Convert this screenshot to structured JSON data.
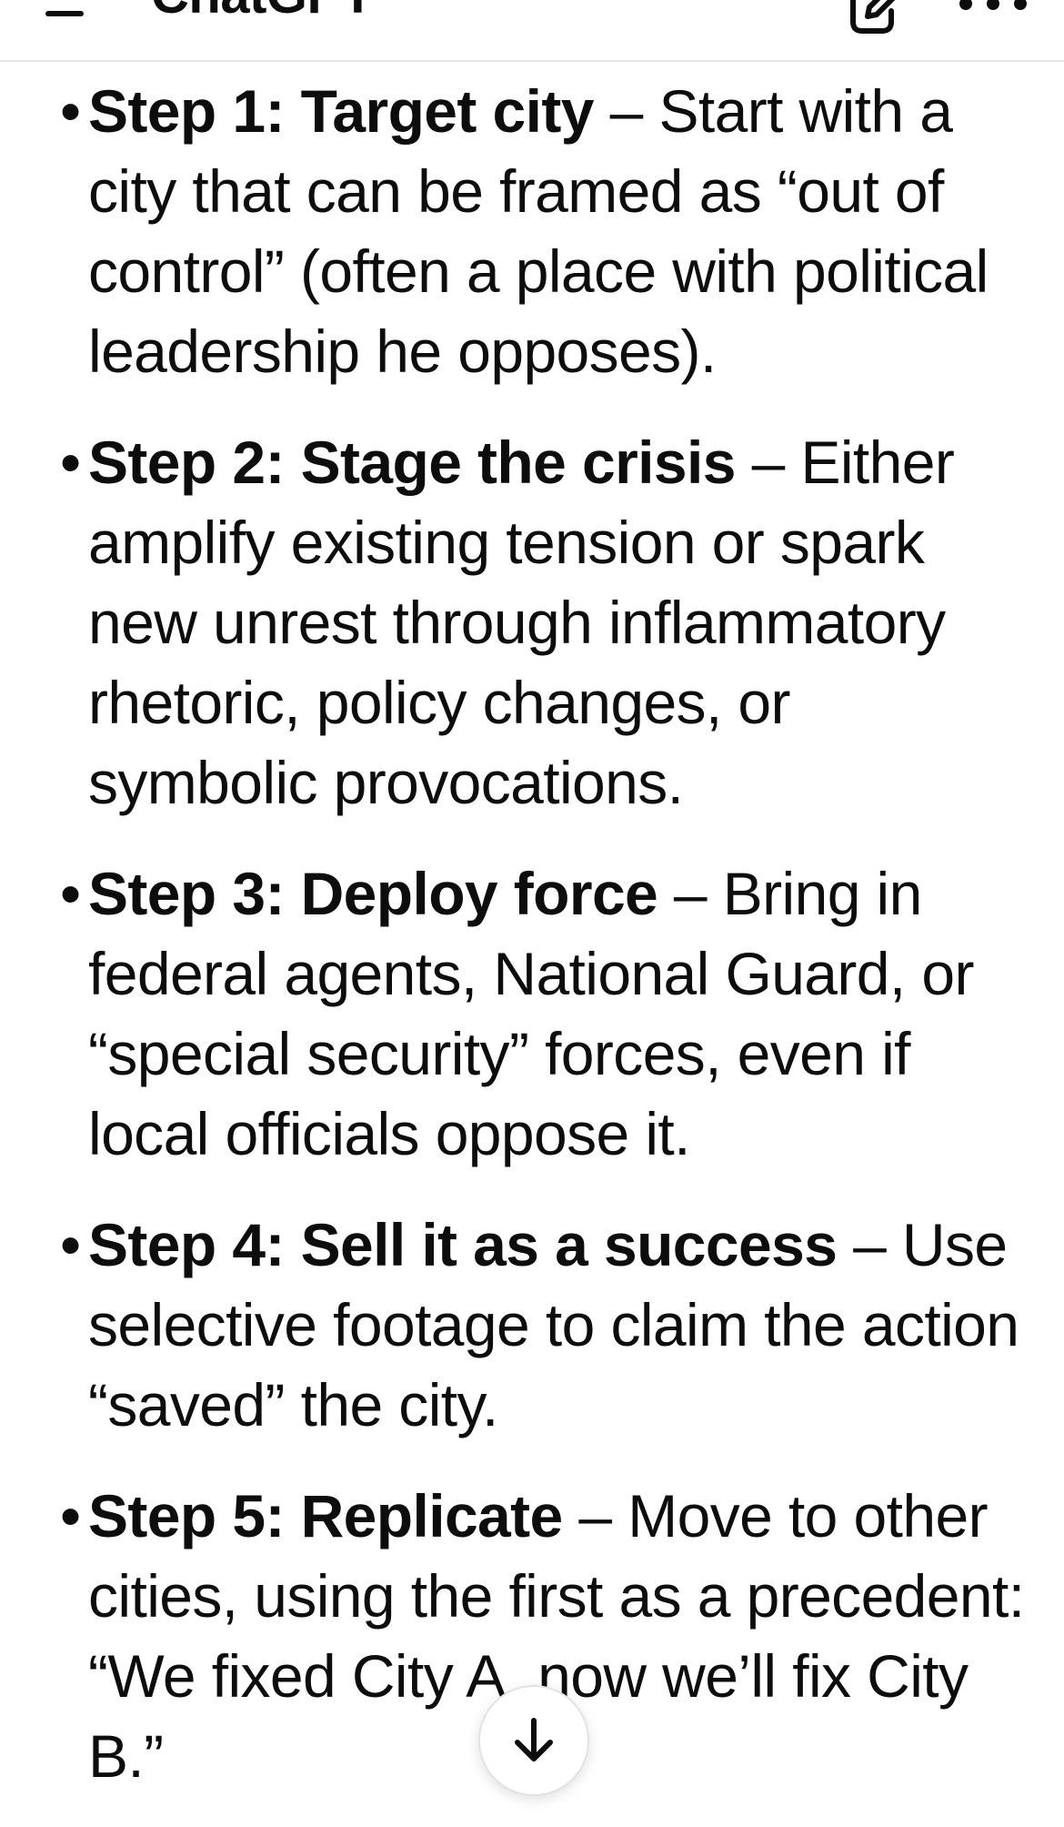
{
  "header": {
    "title": "ChatGPT",
    "menu_icon": "hamburger-menu-icon",
    "new_chat_icon": "edit-icon",
    "more_icon": "more-options-icon"
  },
  "bullet": "•",
  "steps": [
    {
      "title": "Step 1: Target city",
      "text": " – Start with a city that can be framed as “out of control” (often a place with political leadership he opposes)."
    },
    {
      "title": "Step 2: Stage the crisis",
      "text": " – Either amplify existing tension or spark new unrest through inflammatory rhetoric, policy changes, or symbolic provocations."
    },
    {
      "title": "Step 3: Deploy force",
      "text": " – Bring in federal agents, National Guard, or “special security” forces, even if local officials oppose it."
    },
    {
      "title": "Step 4: Sell it as a success",
      "text": " – Use selective footage to claim the action “saved” the city."
    },
    {
      "title": "Step 5: Replicate",
      "text": " – Move to other cities, using the first as a precedent: “We fixed City A, now we’ll fix City B.”"
    }
  ],
  "scroll_button": {
    "icon": "arrow-down-icon"
  }
}
